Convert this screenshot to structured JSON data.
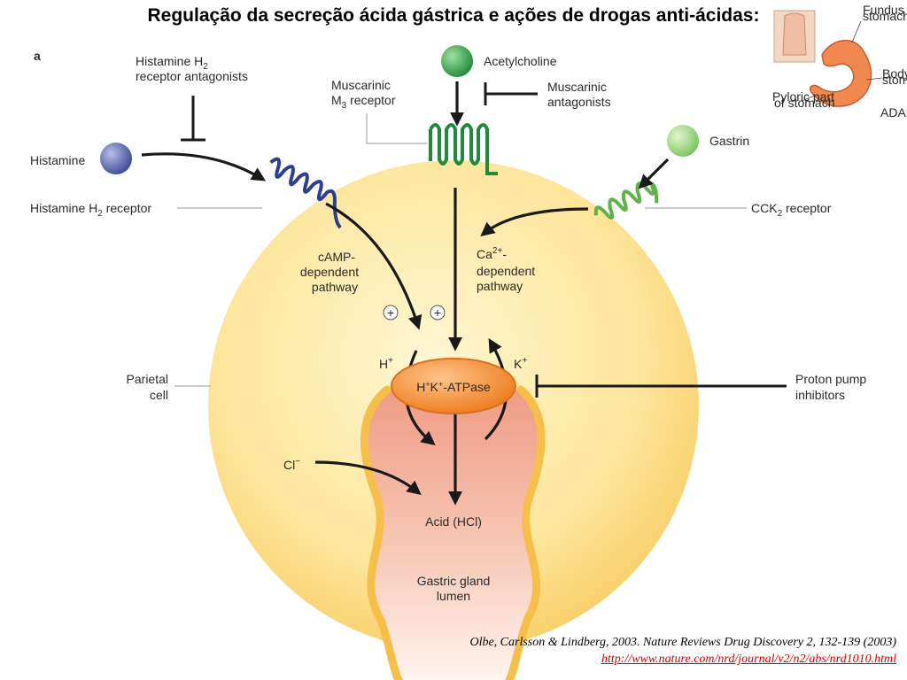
{
  "title": "Regulação da secreção ácida gástrica e ações de drogas anti-ácidas:",
  "panel_label": "a",
  "labels": {
    "h2_antagonists_1": "Histamine H",
    "h2_antagonists_sub": "2",
    "h2_antagonists_2": "receptor antagonists",
    "muscarinic_m3_1": "Muscarinic",
    "muscarinic_m3_2": "M",
    "muscarinic_m3_sub": "3",
    "muscarinic_m3_3": " receptor",
    "acetylcholine": "Acetylcholine",
    "muscarinic_antagonists_1": "Muscarinic",
    "muscarinic_antagonists_2": "antagonists",
    "gastrin": "Gastrin",
    "histamine": "Histamine",
    "h2_receptor_1": "Histamine H",
    "h2_receptor_sub": "2",
    "h2_receptor_2": " receptor",
    "cck2_receptor_1": "CCK",
    "cck2_receptor_sub": "2",
    "cck2_receptor_2": " receptor",
    "camp_1": "cAMP-",
    "camp_2": "dependent",
    "camp_3": "pathway",
    "ca_1": "Ca",
    "ca_sup": "2+",
    "ca_1b": "-",
    "ca_2": "dependent",
    "ca_3": "pathway",
    "plus": "+",
    "h_ion": "H",
    "k_ion": "K",
    "ion_sup": "+",
    "atpase_h": "H",
    "atpase_k": "K",
    "atpase_rest": "-ATPase",
    "parietal_1": "Parietal",
    "parietal_2": "cell",
    "ppi_1": "Proton pump",
    "ppi_2": "inhibitors",
    "cl_ion": "Cl",
    "cl_sup": "−",
    "acid": "Acid (HCl)",
    "lumen_1": "Gastric gland",
    "lumen_2": "lumen"
  },
  "stomach_inset": {
    "fundus_1": "Fundus of",
    "fundus_2": "stomach",
    "body_1": "Body of",
    "body_2": "stomach",
    "pyloric_1": "Pyloric part",
    "pyloric_2": "of stomach",
    "brand": "ADAM."
  },
  "citation": {
    "reference": "Olbe, Carlsson & Lindberg, 2003. Nature Reviews Drug Discovery 2, 132-139 (2003)",
    "url": "http://www.nature.com/nrd/journal/v2/n2/abs/nrd1010.html"
  },
  "colors": {
    "cell": "#fcd77a",
    "histamine_receptor": "#2b3f8f",
    "muscarinic_receptor": "#1f8a3a",
    "cck2_receptor": "#5fb24a",
    "atpase": "#f08a2a",
    "citation_link": "#d40000"
  }
}
